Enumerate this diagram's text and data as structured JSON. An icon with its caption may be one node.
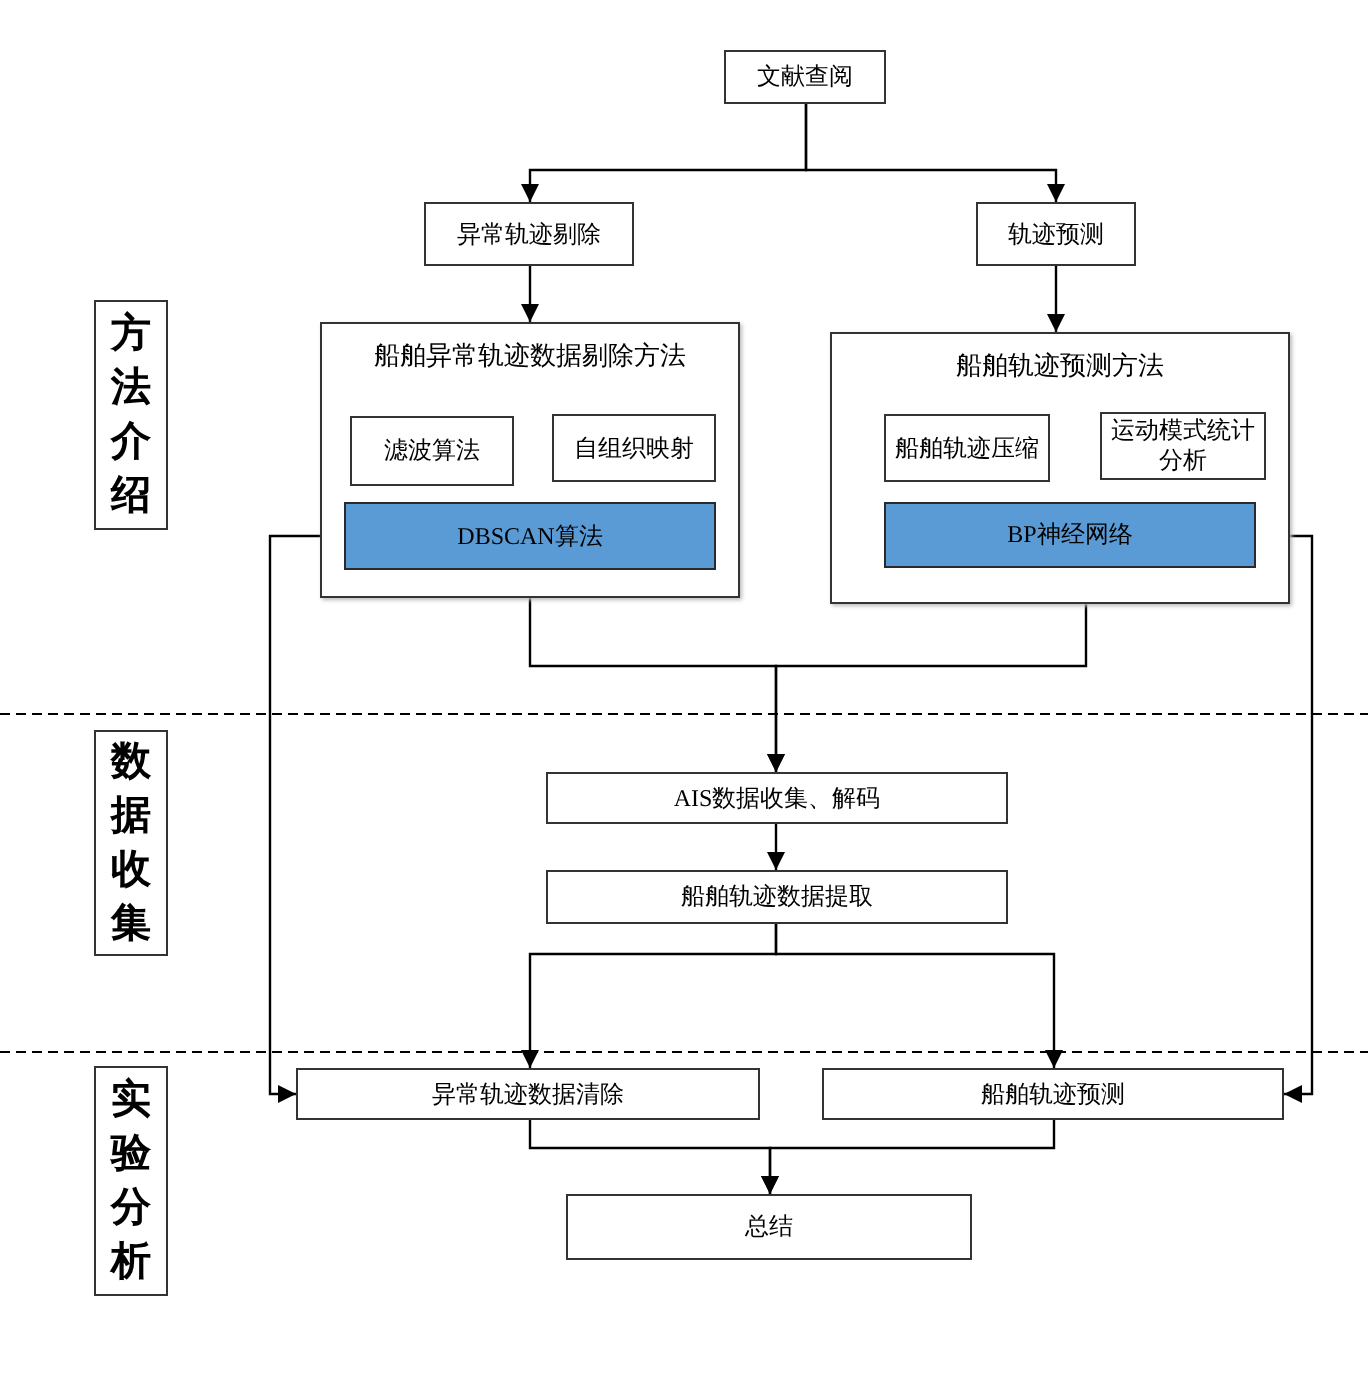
{
  "diagram": {
    "nodes": [
      {
        "text": [
          "文献查阅"
        ]
      },
      {
        "text": [
          "异常轨迹剔除"
        ]
      },
      {
        "text": [
          "轨迹预测"
        ]
      },
      {
        "text": [
          "船舶异常轨迹数据剔除方法"
        ]
      },
      {
        "text": [
          "滤波算法"
        ],
        "in": 3
      },
      {
        "text": [
          "自组织映射"
        ],
        "in": 3
      },
      {
        "text": [
          "DBSCAN算法"
        ],
        "in": 3
      },
      {
        "text": [
          "船舶轨迹预测方法"
        ]
      },
      {
        "text": [
          "船舶轨迹压缩"
        ],
        "in": 7
      },
      {
        "text": [
          "运动模式统计分析"
        ],
        "in": 7
      },
      {
        "text": [
          "BP神经网络"
        ],
        "in": 7
      },
      {
        "text": [
          "AIS数据收集、解码"
        ]
      },
      {
        "text": [
          "船舶轨迹数据提取"
        ]
      },
      {
        "text": [
          "异常轨迹数据清除"
        ]
      },
      {
        "text": [
          "船舶轨迹预测"
        ]
      },
      {
        "text": [
          "总结"
        ]
      },
      {
        "text": [
          "方法介绍"
        ]
      },
      {
        "text": [
          "数据收集"
        ]
      },
      {
        "text": [
          "实验分析"
        ]
      }
    ],
    "edges": [
      {
        "from": 0,
        "to": 1,
        "arrow": "to"
      },
      {
        "from": 0,
        "to": 2,
        "arrow": "to"
      },
      {
        "from": 1,
        "to": 3,
        "arrow": "to"
      },
      {
        "from": 2,
        "to": 7,
        "arrow": "to"
      },
      {
        "from": 3,
        "to": 11,
        "arrow": "to"
      },
      {
        "from": 7,
        "to": 11,
        "arrow": "to"
      },
      {
        "from": 11,
        "to": 12,
        "arrow": "to"
      },
      {
        "from": 12,
        "to": 13,
        "arrow": "to"
      },
      {
        "from": 12,
        "to": 14,
        "arrow": "to"
      },
      {
        "from": 6,
        "to": 13,
        "arrow": "to"
      },
      {
        "from": 10,
        "to": 14,
        "arrow": "to"
      },
      {
        "from": 13,
        "to": 15,
        "arrow": "to"
      },
      {
        "from": 14,
        "to": 15,
        "arrow": "to"
      }
    ]
  }
}
